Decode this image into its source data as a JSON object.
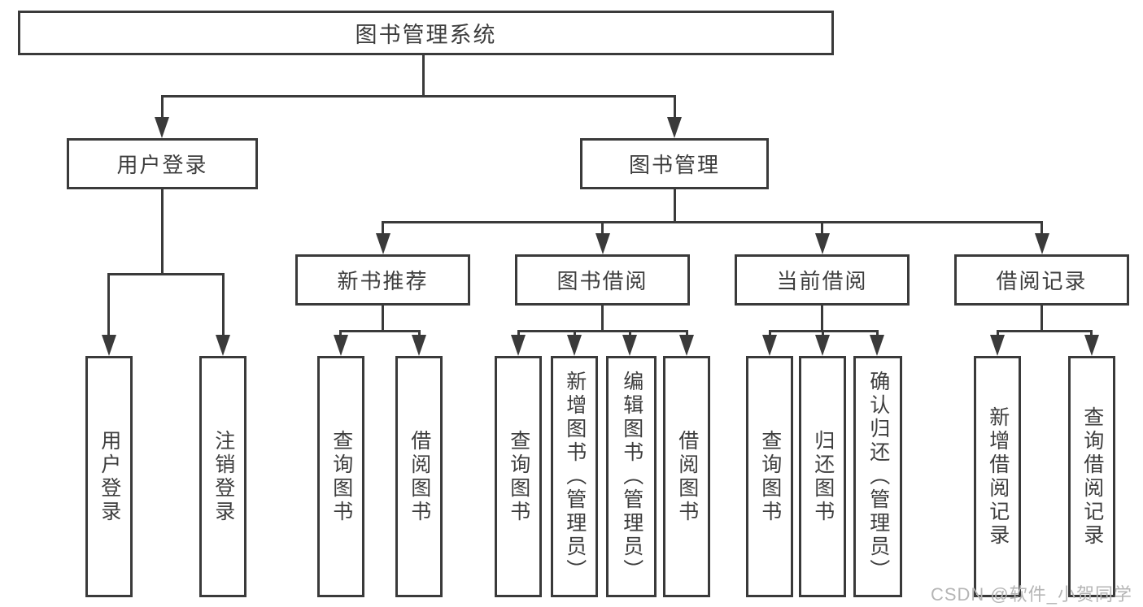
{
  "colors": {
    "line": "#3a3a3a",
    "text": "#3d3d3d",
    "watermark": "#b5b5b5",
    "background": "#ffffff"
  },
  "watermark": {
    "text": "CSDN @软件_小贺同学"
  },
  "tree": {
    "root": {
      "label": "图书管理系统",
      "children": [
        {
          "label": "用户登录",
          "children": [
            {
              "label": "用户登录"
            },
            {
              "label": "注销登录"
            }
          ]
        },
        {
          "label": "图书管理",
          "children": [
            {
              "label": "新书推荐",
              "children": [
                {
                  "label": "查询图书"
                },
                {
                  "label": "借阅图书"
                }
              ]
            },
            {
              "label": "图书借阅",
              "children": [
                {
                  "label": "查询图书"
                },
                {
                  "label": "新增图书（管理员）"
                },
                {
                  "label": "编辑图书（管理员）"
                },
                {
                  "label": "借阅图书"
                }
              ]
            },
            {
              "label": "当前借阅",
              "children": [
                {
                  "label": "查询图书"
                },
                {
                  "label": "归还图书"
                },
                {
                  "label": "确认归还（管理员）"
                }
              ]
            },
            {
              "label": "借阅记录",
              "children": [
                {
                  "label": "新增借阅记录"
                },
                {
                  "label": "查询借阅记录"
                }
              ]
            }
          ]
        }
      ]
    }
  }
}
